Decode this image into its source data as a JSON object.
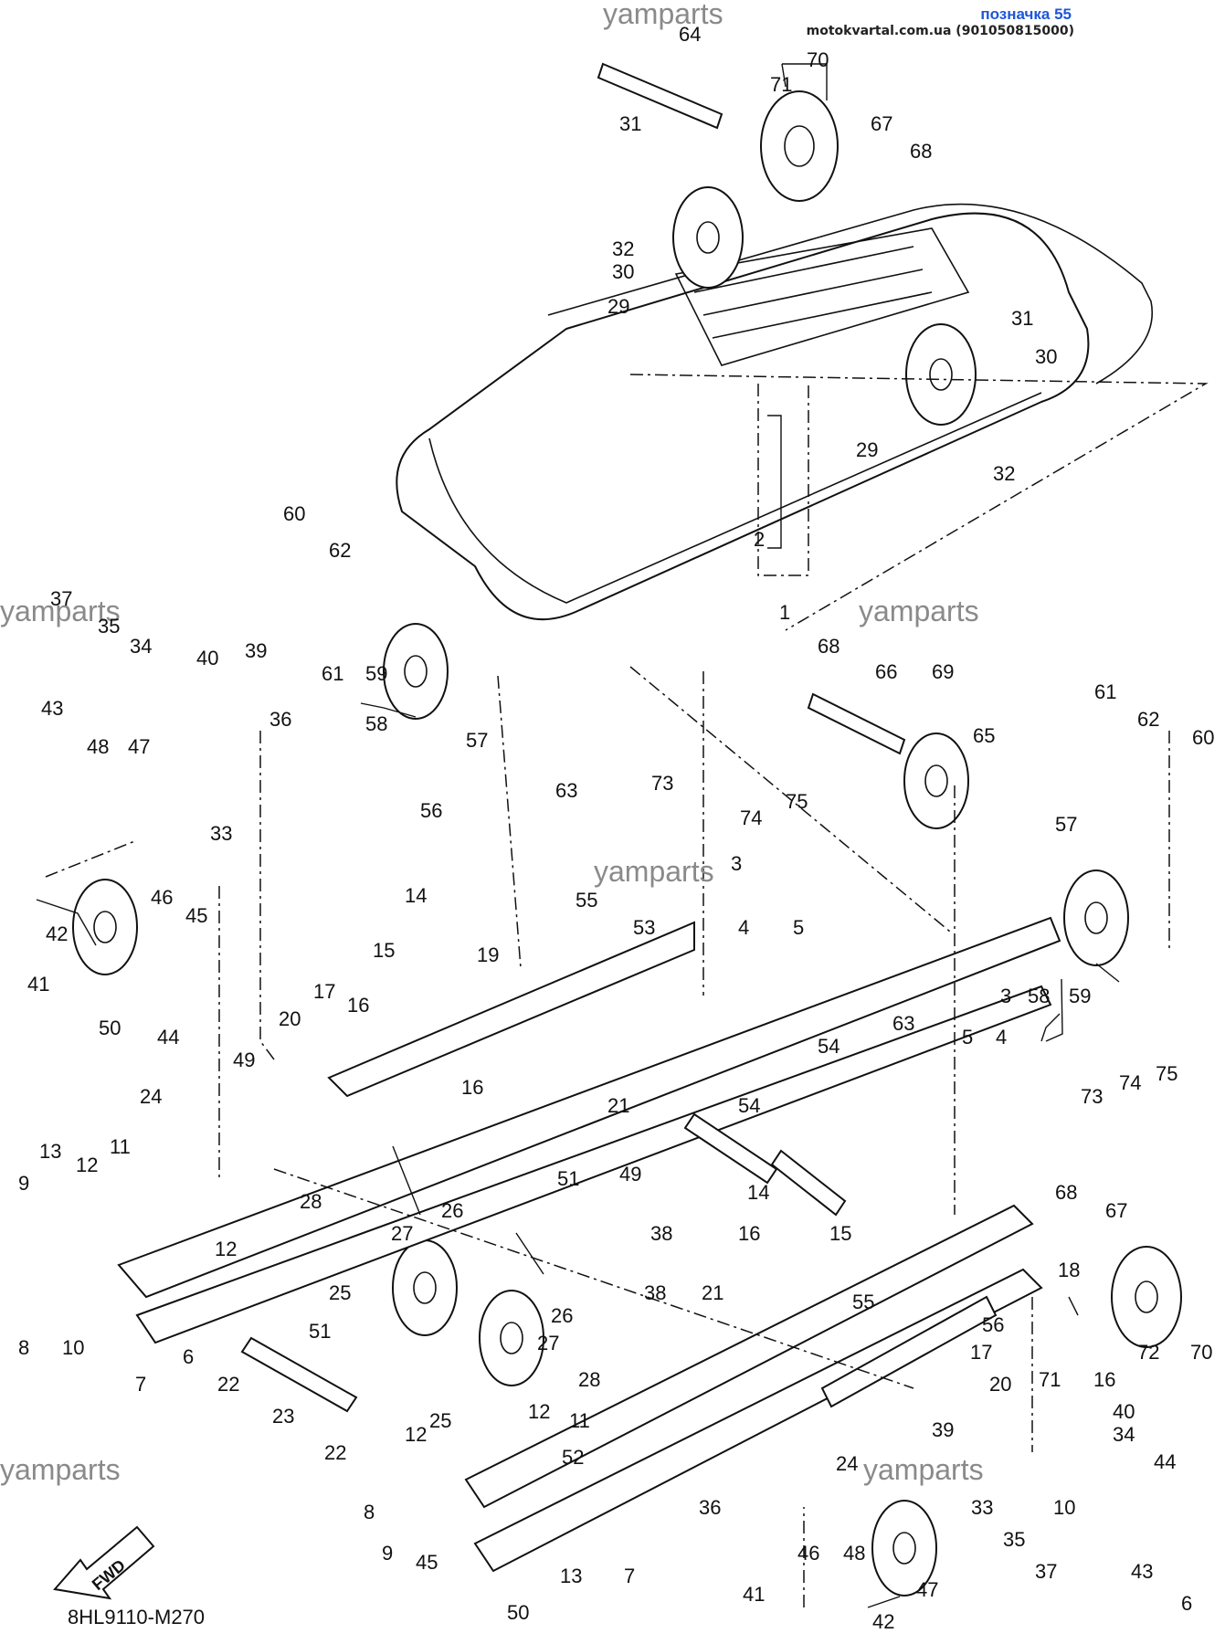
{
  "header": {
    "label": "позначка 55",
    "site": "motokvartal.com.ua (901050815000)"
  },
  "watermark": "yamparts",
  "diagram_code": "8HL9110-M270",
  "fwd_arrow": "FWD",
  "callouts": [
    "64",
    "70",
    "71",
    "67",
    "68",
    "31",
    "32",
    "30",
    "29",
    "31",
    "30",
    "29",
    "32",
    "2",
    "1",
    "60",
    "62",
    "37",
    "35",
    "34",
    "40",
    "39",
    "43",
    "61",
    "59",
    "58",
    "57",
    "36",
    "48",
    "47",
    "33",
    "68",
    "66",
    "69",
    "65",
    "61",
    "62",
    "60",
    "73",
    "75",
    "74",
    "63",
    "56",
    "3",
    "55",
    "53",
    "4",
    "5",
    "57",
    "46",
    "45",
    "42",
    "41",
    "14",
    "15",
    "19",
    "59",
    "58",
    "44",
    "50",
    "17",
    "16",
    "20",
    "49",
    "24",
    "13",
    "12",
    "11",
    "9",
    "28",
    "26",
    "27",
    "12",
    "25",
    "8",
    "10",
    "7",
    "6",
    "51",
    "22",
    "23",
    "22",
    "3",
    "5",
    "4",
    "63",
    "54",
    "73",
    "74",
    "75",
    "16",
    "21",
    "54",
    "51",
    "49",
    "38",
    "14",
    "16",
    "15",
    "68",
    "67",
    "21",
    "38",
    "26",
    "27",
    "28",
    "11",
    "25",
    "12",
    "12",
    "52",
    "55",
    "18",
    "56",
    "71",
    "72",
    "70",
    "16",
    "17",
    "20",
    "39",
    "40",
    "34",
    "44",
    "24",
    "36",
    "33",
    "10",
    "8",
    "9",
    "45",
    "46",
    "48",
    "35",
    "43",
    "37",
    "6",
    "13",
    "7",
    "50",
    "41",
    "42",
    "47"
  ]
}
